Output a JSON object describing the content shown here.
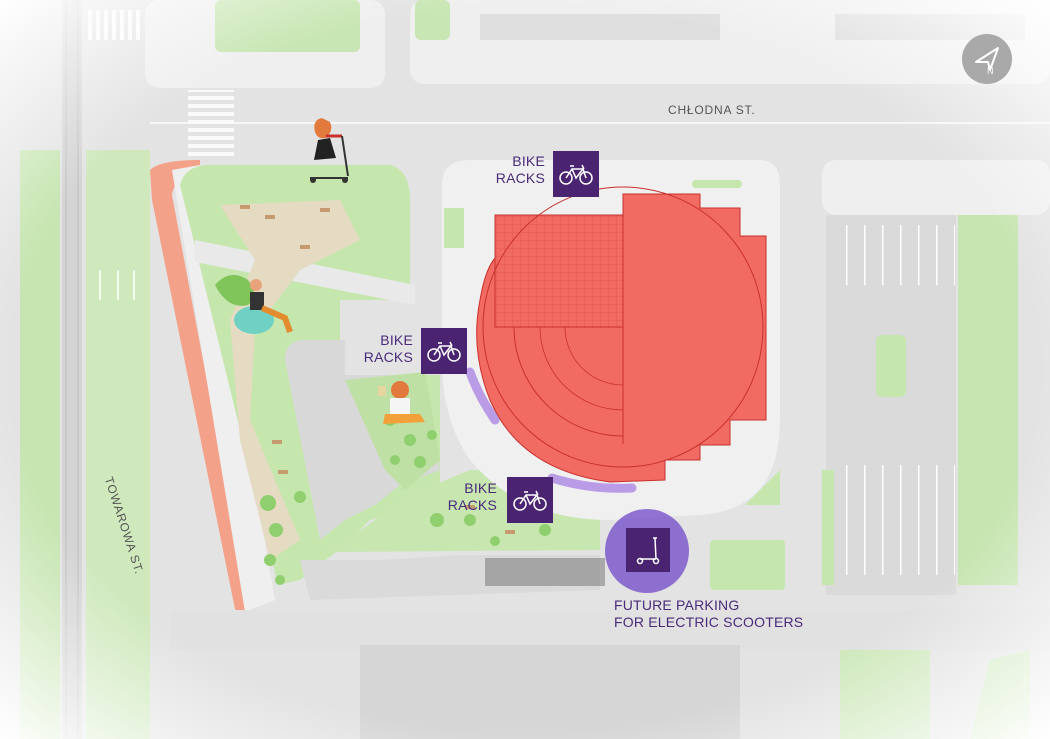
{
  "streets": {
    "north": "CHŁODNA ST.",
    "west": "TOWAROWA ST."
  },
  "bike_racks": [
    {
      "line1": "BIKE",
      "line2": "RACKS",
      "icon": "bicycle-icon"
    },
    {
      "line1": "BIKE",
      "line2": "RACKS",
      "icon": "bicycle-icon"
    },
    {
      "line1": "BIKE",
      "line2": "RACKS",
      "icon": "bicycle-icon"
    }
  ],
  "scooter_parking": {
    "line1": "FUTURE PARKING",
    "line2": "FOR ELECTRIC SCOOTERS",
    "icon": "electric-scooter-icon"
  },
  "compass": {
    "icon": "north-arrow-icon",
    "letter": "N"
  },
  "colors": {
    "road": "#d9d9d9",
    "sidewalk": "#eeeeee",
    "green": "#bfe3a8",
    "building": "#f26b63",
    "building_outline": "#c9302c",
    "bike_path": "#f6a38c",
    "marker": "#4a2470",
    "scooter_zone": "#7048c8",
    "parking_strip": "#b99be6"
  }
}
